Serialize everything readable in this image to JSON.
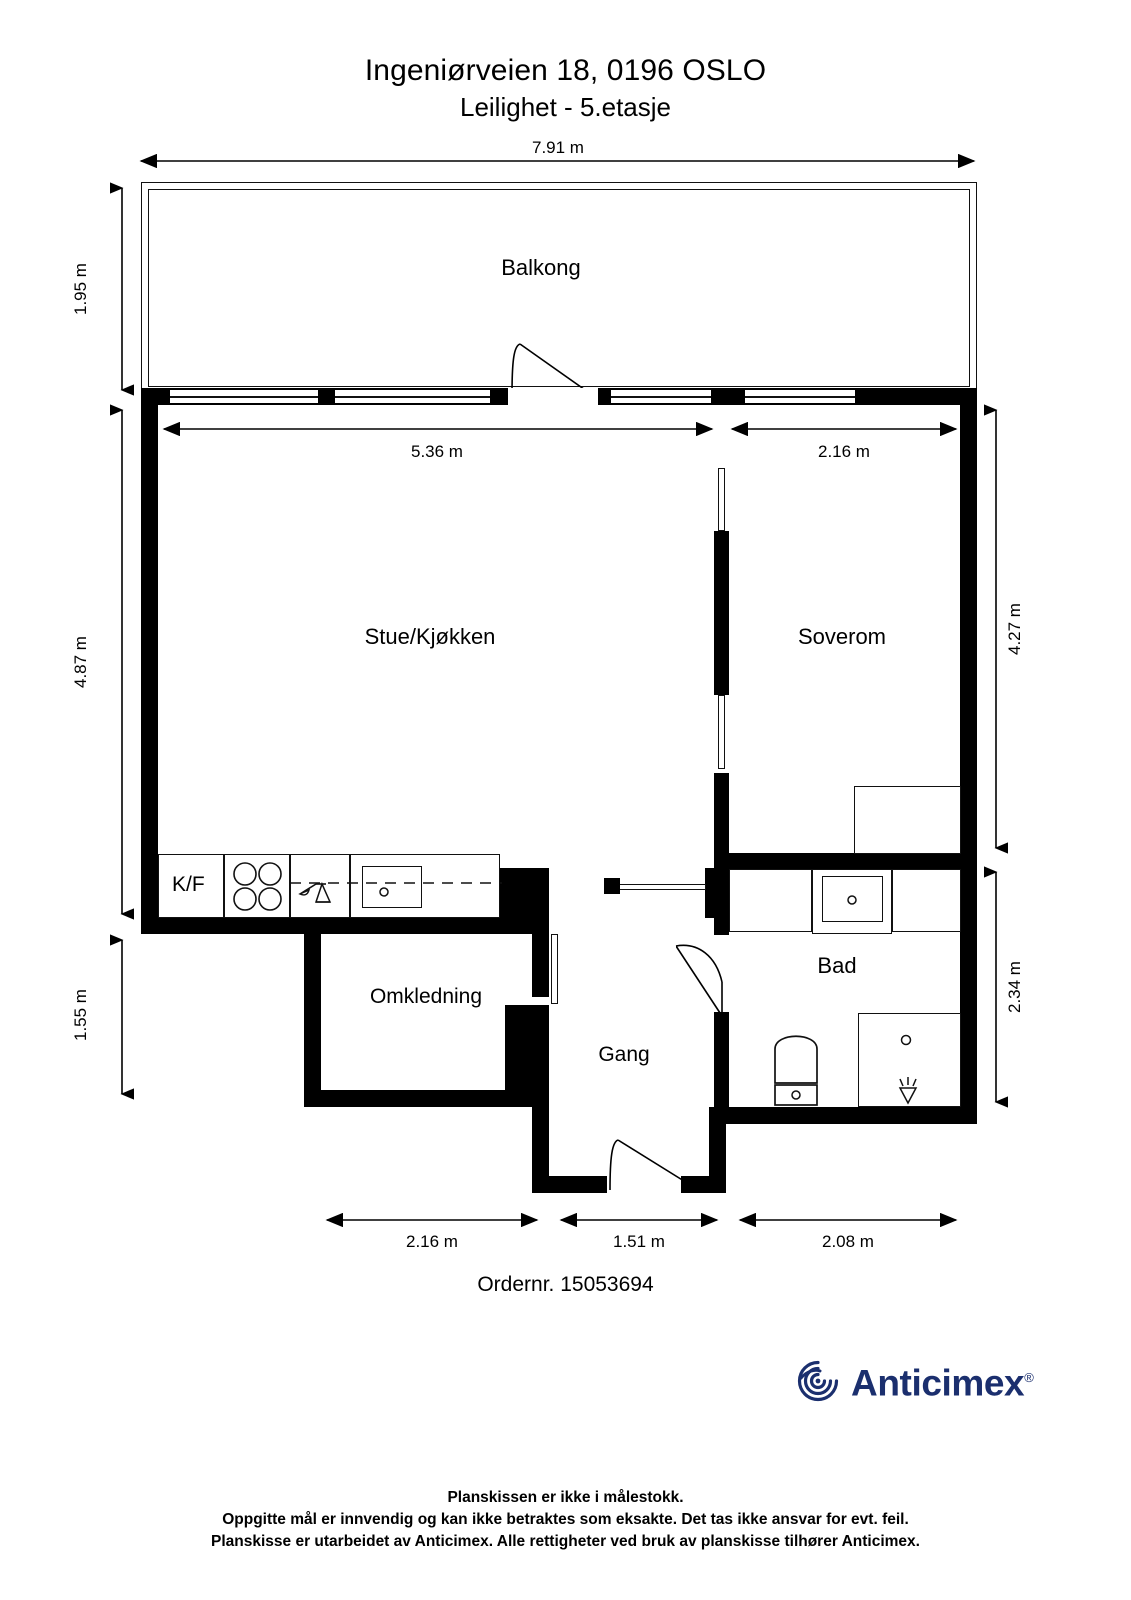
{
  "header": {
    "address": "Ingeniørveien 18, 0196 OSLO",
    "subtitle": "Leilighet  - 5.etasje"
  },
  "rooms": {
    "balcony": "Balkong",
    "living_kitchen": "Stue/Kjøkken",
    "bedroom": "Soverom",
    "bathroom": "Bad",
    "dressing": "Omkledning",
    "hall": "Gang",
    "fridge_freezer": "K/F"
  },
  "dimensions": {
    "overall_width": "7.91 m",
    "balcony_depth": "1.95 m",
    "living_width": "5.36 m",
    "bedroom_width_top": "2.16 m",
    "living_height": "4.87 m",
    "bedroom_height": "4.27 m",
    "bathroom_height": "2.34 m",
    "lower_left_height": "1.55 m",
    "bottom_left": "2.16 m",
    "bottom_middle": "1.51 m",
    "bottom_right": "2.08 m"
  },
  "order": {
    "label": "Ordernr. 15053694"
  },
  "brand": {
    "name": "Anticimex",
    "registered": "®",
    "color": "#1b2f6e"
  },
  "footer": {
    "line1": "Planskissen er ikke i målestokk.",
    "line2": "Oppgitte mål er innvendig og kan ikke betraktes som eksakte. Det tas ikke ansvar for evt. feil.",
    "line3": "Planskisse er utarbeidet av Anticimex. Alle rettigheter ved bruk av planskisse tilhører Anticimex."
  }
}
